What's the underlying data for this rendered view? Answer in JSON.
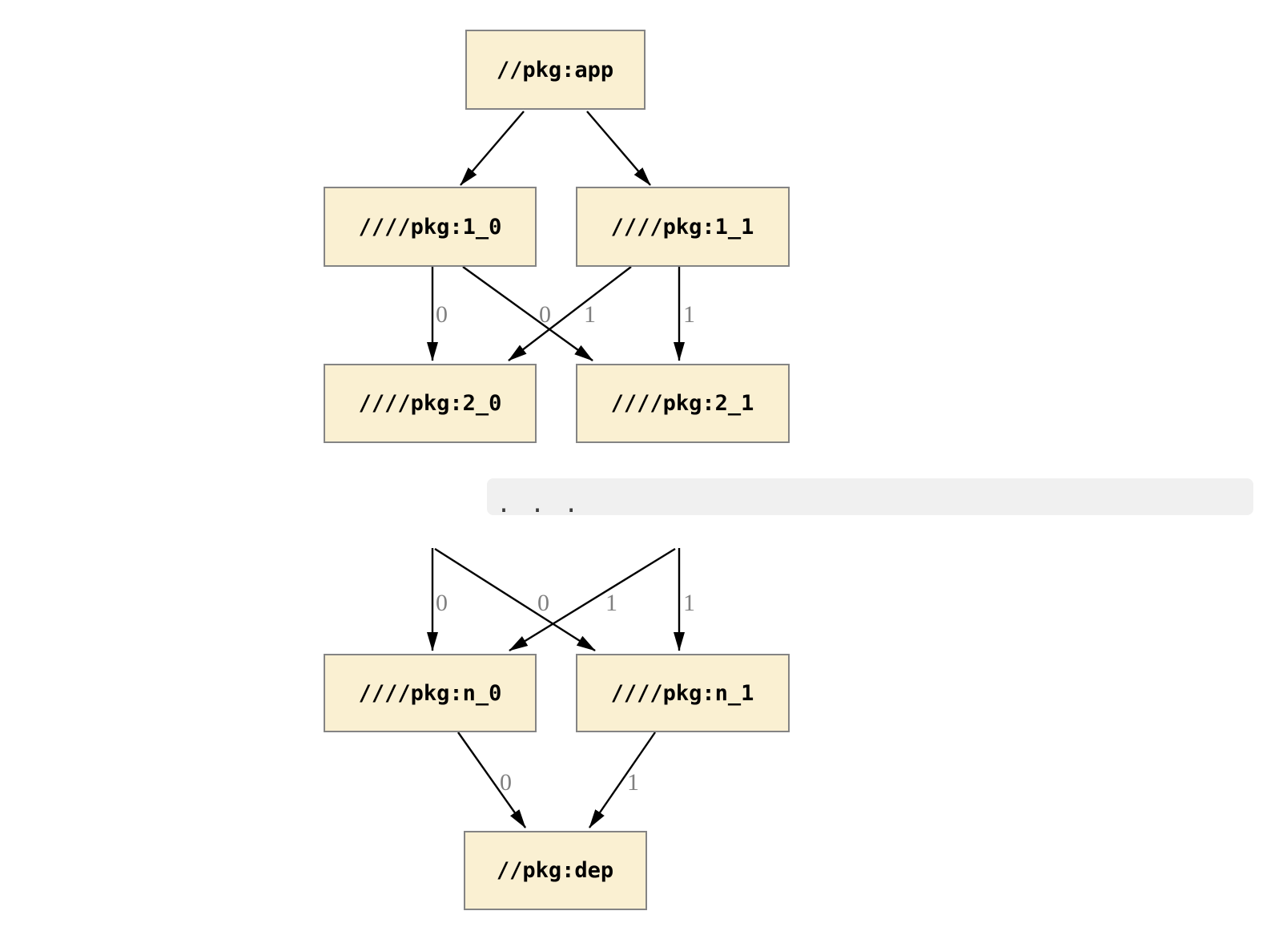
{
  "diagram": {
    "kind": "dependency-graph",
    "nodes": {
      "app": {
        "label": "//pkg:app"
      },
      "v1_0": {
        "label": "////pkg:1_0"
      },
      "v1_1": {
        "label": "////pkg:1_1"
      },
      "v2_0": {
        "label": "////pkg:2_0"
      },
      "v2_1": {
        "label": "////pkg:2_1"
      },
      "vn_0": {
        "label": "////pkg:n_0"
      },
      "vn_1": {
        "label": "////pkg:n_1"
      },
      "dep": {
        "label": "//pkg:dep"
      }
    },
    "edges": [
      {
        "from": "app",
        "to": "v1_0"
      },
      {
        "from": "app",
        "to": "v1_1"
      },
      {
        "from": "v1_0",
        "to": "v2_0",
        "label": "0"
      },
      {
        "from": "v1_0",
        "to": "v2_1",
        "label": "0"
      },
      {
        "from": "v1_1",
        "to": "v2_0",
        "label": "1"
      },
      {
        "from": "v1_1",
        "to": "v2_1",
        "label": "1"
      },
      {
        "from": "offscreen-left",
        "to": "vn_0",
        "label": "0"
      },
      {
        "from": "offscreen-left",
        "to": "vn_1",
        "label": "0"
      },
      {
        "from": "offscreen-right",
        "to": "vn_0",
        "label": "1"
      },
      {
        "from": "offscreen-right",
        "to": "vn_1",
        "label": "1"
      },
      {
        "from": "vn_0",
        "to": "dep",
        "label": "0"
      },
      {
        "from": "vn_1",
        "to": "dep",
        "label": "1"
      }
    ],
    "ellipsis": {
      "text": "..."
    },
    "colors": {
      "node_fill": "#FAF0D2",
      "node_border": "#848484",
      "node_text": "#000000",
      "edge": "#000000",
      "edge_label": "#808080",
      "ellipsis_bg": "#F0F0F0",
      "ellipsis_text": "#3A3A3A",
      "background": "#FFFFFF"
    }
  }
}
